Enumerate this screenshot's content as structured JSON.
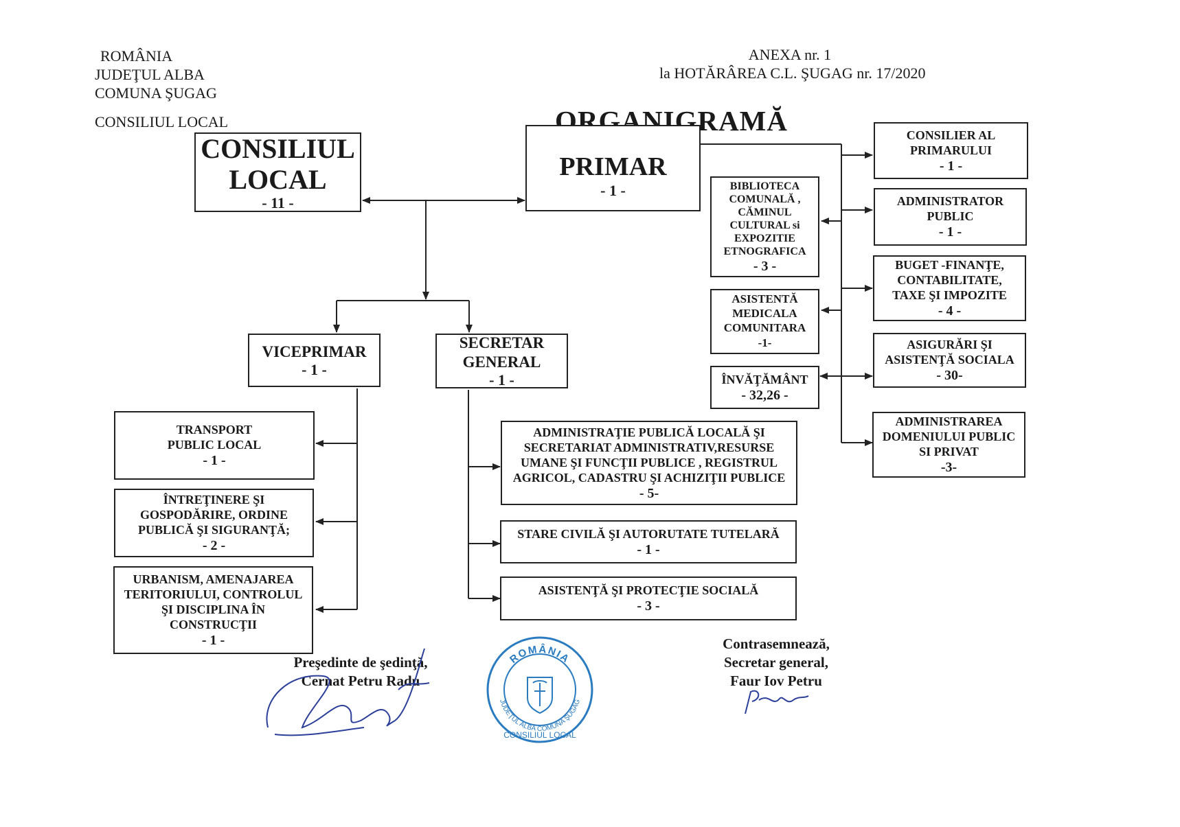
{
  "header_left": {
    "line1": "ROMÂNIA",
    "line2": "JUDEŢUL ALBA",
    "line3": "COMUNA ŞUGAG",
    "line4": "CONSILIUL LOCAL"
  },
  "header_right": {
    "line1": "ANEXA nr. 1",
    "line2": "la HOTĂRÂREA C.L. ŞUGAG nr. 17/2020"
  },
  "title": "ORGANIGRAMĂ",
  "boxes": {
    "consiliul_local": {
      "label": "CONSILIUL\nLOCAL",
      "count": "- 11 -"
    },
    "primar": {
      "label": "PRIMAR",
      "count": "- 1 -"
    },
    "viceprimar": {
      "label": "VICEPRIMAR",
      "count": "- 1 -"
    },
    "secretar_general": {
      "label": "SECRETAR\nGENERAL",
      "count": "- 1 -"
    },
    "consilier_primar": {
      "label": "CONSILIER AL\nPRIMARULUI",
      "count": "- 1 -"
    },
    "administrator_public": {
      "label": "ADMINISTRATOR\nPUBLIC",
      "count": "- 1 -"
    },
    "buget": {
      "label": "BUGET  -FINANŢE,\nCONTABILITATE,\nTAXE ŞI IMPOZITE",
      "count": "- 4 -"
    },
    "asigurari": {
      "label": "ASIGURĂRI ŞI\nASISTENŢĂ SOCIALA",
      "count": "- 30-"
    },
    "domeniu": {
      "label": "ADMINISTRAREA\nDOMENIULUI PUBLIC\nSI PRIVAT",
      "count": "-3-"
    },
    "biblioteca": {
      "label": "BIBLIOTECA\nCOMUNALĂ ,\nCĂMINUL\nCULTURAL si\nEXPOZITIE\nETNOGRAFICA",
      "count": "- 3 -"
    },
    "asistenta_medicala": {
      "label": "ASISTENTĂ\nMEDICALA\nCOMUNITARA",
      "count": "-1-"
    },
    "invatamant": {
      "label": "ÎNVĂŢĂMÂNT",
      "count": "- 32,26 -"
    },
    "transport": {
      "label": "TRANSPORT\nPUBLIC LOCAL",
      "count": "- 1 -"
    },
    "intretinere": {
      "label": "ÎNTREŢINERE ŞI\nGOSPODĂRIRE, ORDINE\nPUBLICĂ ŞI SIGURANŢĂ;",
      "count": "- 2 -"
    },
    "urbanism": {
      "label": "URBANISM, AMENAJAREA\nTERITORIULUI, CONTROLUL\nŞI DISCIPLINA ÎN\nCONSTRUCŢII",
      "count": "- 1 -"
    },
    "administratie": {
      "label": "ADMINISTRAŢIE PUBLICĂ LOCALĂ ŞI\nSECRETARIAT ADMINISTRATIV,RESURSE\nUMANE ŞI FUNCŢII PUBLICE , REGISTRUL\nAGRICOL, CADASTRU ŞI ACHIZIŢII PUBLICE",
      "count": "- 5-"
    },
    "stare_civila": {
      "label": "STARE CIVILĂ ŞI AUTORUTATE TUTELARĂ",
      "count": "- 1 -"
    },
    "asistenta_sociala": {
      "label": "ASISTENŢĂ ŞI  PROTECŢIE SOCIALĂ",
      "count": "- 3 -"
    }
  },
  "signatures": {
    "left": {
      "line1": "Preşedinte de şedinţă,",
      "line2": "Cernat Petru Radu"
    },
    "right": {
      "line1": "Contrasemnează,",
      "line2": "Secretar general,",
      "line3": "Faur Iov Petru"
    }
  },
  "stamp": {
    "top_text": "ROMÂNIA",
    "ring_text": "JUDEŢUL ALBA COMUNA ŞUGAG",
    "bottom_text": "CONSILIUL LOCAL"
  },
  "colors": {
    "ink": "#1a1a1a",
    "stamp_blue": "#2a7bc0",
    "signature_blue": "#2b3f9a"
  }
}
